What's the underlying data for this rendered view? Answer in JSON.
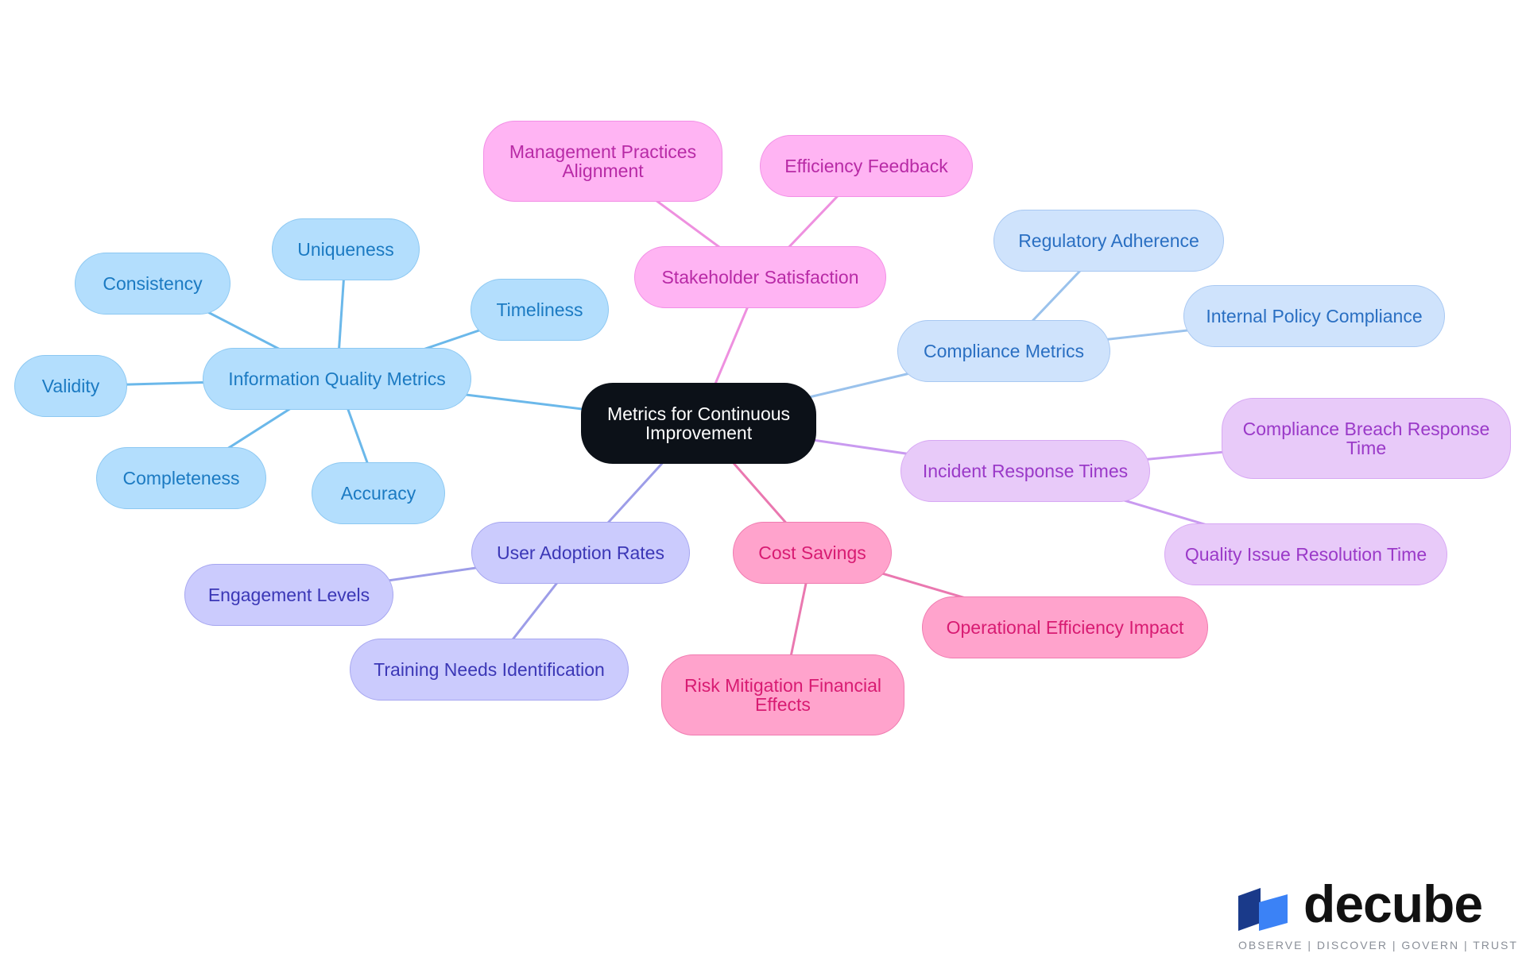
{
  "root": {
    "id": "root",
    "label": "Metrics for Continuous\nImprovement",
    "color": "#0c1118"
  },
  "branches": [
    {
      "id": "iq",
      "label": "Information Quality Metrics",
      "line_color": "#6bb8ea",
      "children": [
        {
          "id": "iq-uniqueness",
          "label": "Uniqueness"
        },
        {
          "id": "iq-consistency",
          "label": "Consistency"
        },
        {
          "id": "iq-timeliness",
          "label": "Timeliness"
        },
        {
          "id": "iq-validity",
          "label": "Validity"
        },
        {
          "id": "iq-completeness",
          "label": "Completeness"
        },
        {
          "id": "iq-accuracy",
          "label": "Accuracy"
        }
      ]
    },
    {
      "id": "sh",
      "label": "Stakeholder Satisfaction",
      "line_color": "#ee90df",
      "children": [
        {
          "id": "sh-management",
          "label": "Management Practices\nAlignment"
        },
        {
          "id": "sh-efficiency",
          "label": "Efficiency Feedback"
        }
      ]
    },
    {
      "id": "cm",
      "label": "Compliance Metrics",
      "line_color": "#9ac2ec",
      "children": [
        {
          "id": "cm-regulatory",
          "label": "Regulatory Adherence"
        },
        {
          "id": "cm-internal",
          "label": "Internal Policy Compliance"
        }
      ]
    },
    {
      "id": "ir",
      "label": "Incident Response Times",
      "line_color": "#c99af0",
      "children": [
        {
          "id": "ir-breach",
          "label": "Compliance Breach Response\nTime"
        },
        {
          "id": "ir-quality",
          "label": "Quality Issue Resolution Time"
        }
      ]
    },
    {
      "id": "cs",
      "label": "Cost Savings",
      "line_color": "#ea78b0",
      "children": [
        {
          "id": "cs-operational",
          "label": "Operational Efficiency Impact"
        },
        {
          "id": "cs-risk",
          "label": "Risk Mitigation Financial\nEffects"
        }
      ]
    },
    {
      "id": "ua",
      "label": "User Adoption Rates",
      "line_color": "#9d9de8",
      "children": [
        {
          "id": "ua-engagement",
          "label": "Engagement Levels"
        },
        {
          "id": "ua-training",
          "label": "Training Needs Identification"
        }
      ]
    }
  ],
  "logo": {
    "word": "decube",
    "tagline": "OBSERVE | DISCOVER | GOVERN | TRUST",
    "colors": [
      "#1a3a8a",
      "#3b82f6"
    ]
  }
}
